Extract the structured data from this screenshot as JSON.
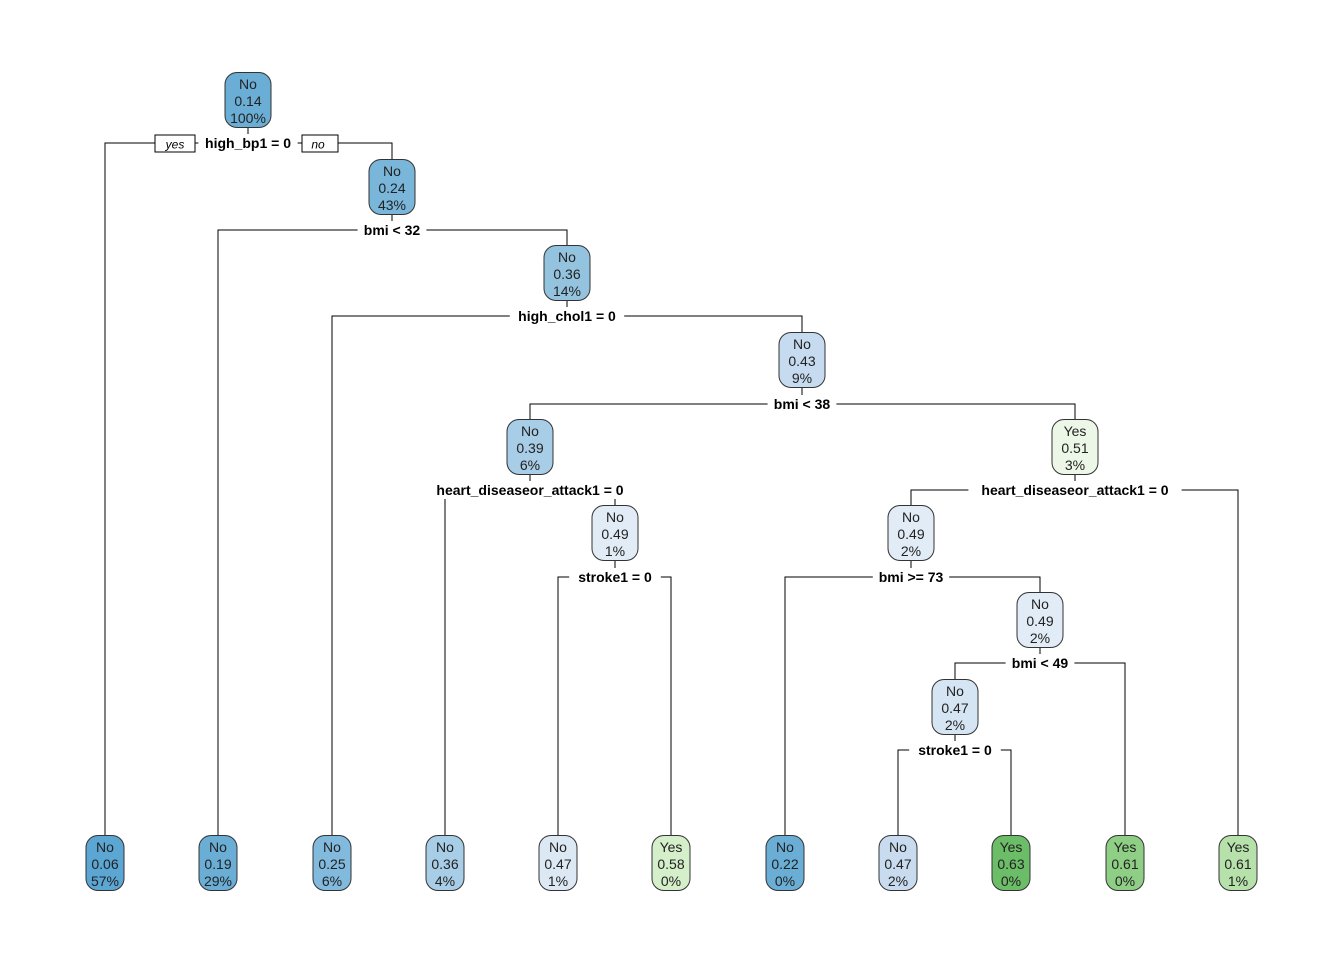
{
  "colors": {
    "no_palette": [
      "#6aaed6",
      "#8fc0de",
      "#b0d2e8",
      "#c6dbef",
      "#dce9f5",
      "#e7eff8"
    ],
    "yes_palette": [
      "#edf7e7",
      "#d8f0cf",
      "#c2e6b6",
      "#8fcf85",
      "#6cbd68"
    ]
  },
  "tree": {
    "yes_label": "yes",
    "no_label": "no",
    "nodes": [
      {
        "id": "n1",
        "cls": "No",
        "prob": "0.14",
        "pct": "100%",
        "fill": "#6aaed6"
      },
      {
        "id": "n3",
        "cls": "No",
        "prob": "0.24",
        "pct": "43%",
        "fill": "#7ab6da"
      },
      {
        "id": "n7",
        "cls": "No",
        "prob": "0.36",
        "pct": "14%",
        "fill": "#94c3e0"
      },
      {
        "id": "n15",
        "cls": "No",
        "prob": "0.43",
        "pct": "9%",
        "fill": "#c6dbef"
      },
      {
        "id": "n30",
        "cls": "No",
        "prob": "0.39",
        "pct": "6%",
        "fill": "#a8cde6"
      },
      {
        "id": "n31",
        "cls": "Yes",
        "prob": "0.51",
        "pct": "3%",
        "fill": "#edf7e7"
      },
      {
        "id": "n61",
        "cls": "No",
        "prob": "0.49",
        "pct": "1%",
        "fill": "#e1ecf7"
      },
      {
        "id": "n62",
        "cls": "No",
        "prob": "0.49",
        "pct": "2%",
        "fill": "#e1ecf7"
      },
      {
        "id": "n125",
        "cls": "No",
        "prob": "0.49",
        "pct": "2%",
        "fill": "#e1ecf7"
      },
      {
        "id": "n250",
        "cls": "No",
        "prob": "0.47",
        "pct": "2%",
        "fill": "#d5e5f3"
      },
      {
        "id": "l2",
        "cls": "No",
        "prob": "0.06",
        "pct": "57%",
        "fill": "#5ca6d4"
      },
      {
        "id": "l6",
        "cls": "No",
        "prob": "0.19",
        "pct": "29%",
        "fill": "#6aaed6"
      },
      {
        "id": "l14",
        "cls": "No",
        "prob": "0.25",
        "pct": "6%",
        "fill": "#82bade"
      },
      {
        "id": "l60",
        "cls": "No",
        "prob": "0.36",
        "pct": "4%",
        "fill": "#a8cde6"
      },
      {
        "id": "l122",
        "cls": "No",
        "prob": "0.47",
        "pct": "1%",
        "fill": "#dce9f5"
      },
      {
        "id": "l123",
        "cls": "Yes",
        "prob": "0.58",
        "pct": "0%",
        "fill": "#d4efc9"
      },
      {
        "id": "l124",
        "cls": "No",
        "prob": "0.22",
        "pct": "0%",
        "fill": "#6aaed6"
      },
      {
        "id": "l500",
        "cls": "No",
        "prob": "0.47",
        "pct": "2%",
        "fill": "#c9dcef"
      },
      {
        "id": "l501",
        "cls": "Yes",
        "prob": "0.63",
        "pct": "0%",
        "fill": "#6cbd68"
      },
      {
        "id": "l251",
        "cls": "Yes",
        "prob": "0.61",
        "pct": "0%",
        "fill": "#8fcf85"
      },
      {
        "id": "l63",
        "cls": "Yes",
        "prob": "0.61",
        "pct": "1%",
        "fill": "#b7e1aa"
      }
    ],
    "splits": [
      {
        "id": "s1",
        "label": "high_bp1 = 0"
      },
      {
        "id": "s3",
        "label": "bmi < 32"
      },
      {
        "id": "s7",
        "label": "high_chol1 = 0"
      },
      {
        "id": "s15",
        "label": "bmi < 38"
      },
      {
        "id": "s30",
        "label": "heart_diseaseor_attack1 = 0"
      },
      {
        "id": "s31",
        "label": "heart_diseaseor_attack1 = 0"
      },
      {
        "id": "s61",
        "label": "stroke1 = 0"
      },
      {
        "id": "s62",
        "label": "bmi >= 73"
      },
      {
        "id": "s125",
        "label": "bmi < 49"
      },
      {
        "id": "s250",
        "label": "stroke1 = 0"
      }
    ]
  }
}
